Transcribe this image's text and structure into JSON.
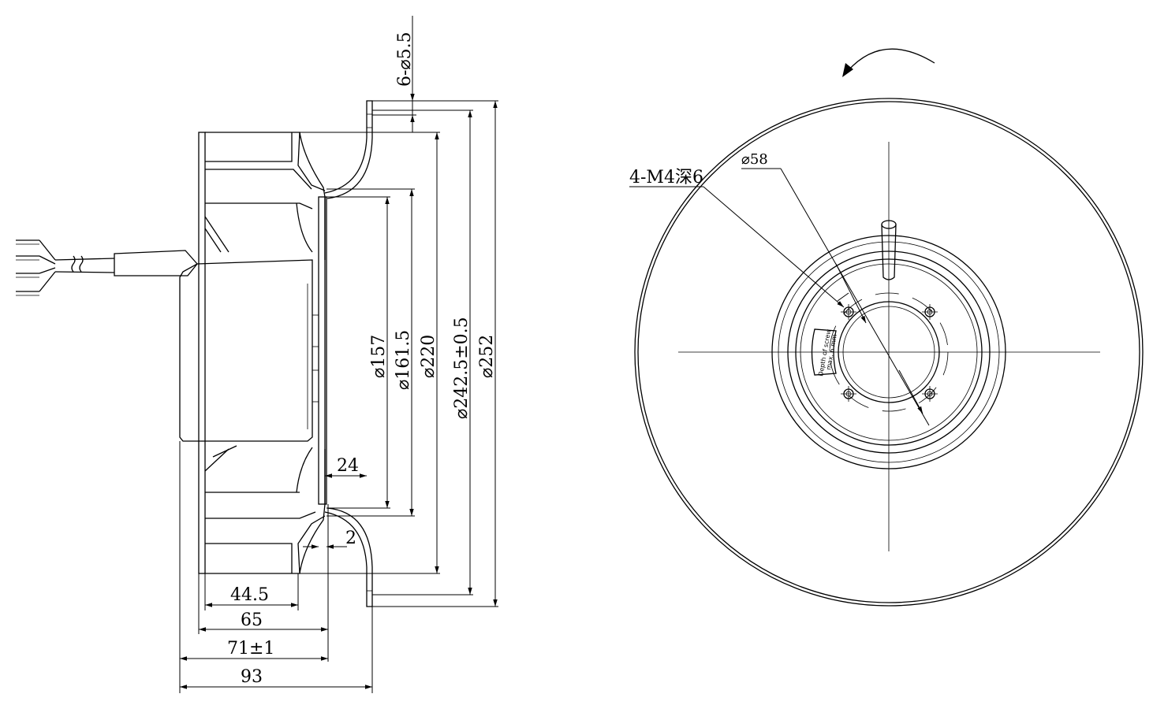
{
  "drawing": {
    "side_view": {
      "dim_holes": "6-⌀5.5",
      "dim_d157": "⌀157",
      "dim_d161": "⌀161.5",
      "dim_d220": "⌀220",
      "dim_d242": "⌀242.5±0.5",
      "dim_d252": "⌀252",
      "dim_24": "24",
      "dim_2": "2",
      "dim_445": "44.5",
      "dim_65": "65",
      "dim_71": "71±1",
      "dim_93": "93"
    },
    "front_view": {
      "thread_callout": "4-M4深6",
      "dim_d58": "⌀58",
      "label_line1": "Depth of screw",
      "label_line2": "max. 6 mm",
      "rotation_arrow": "rotation-arrow-icon"
    }
  }
}
